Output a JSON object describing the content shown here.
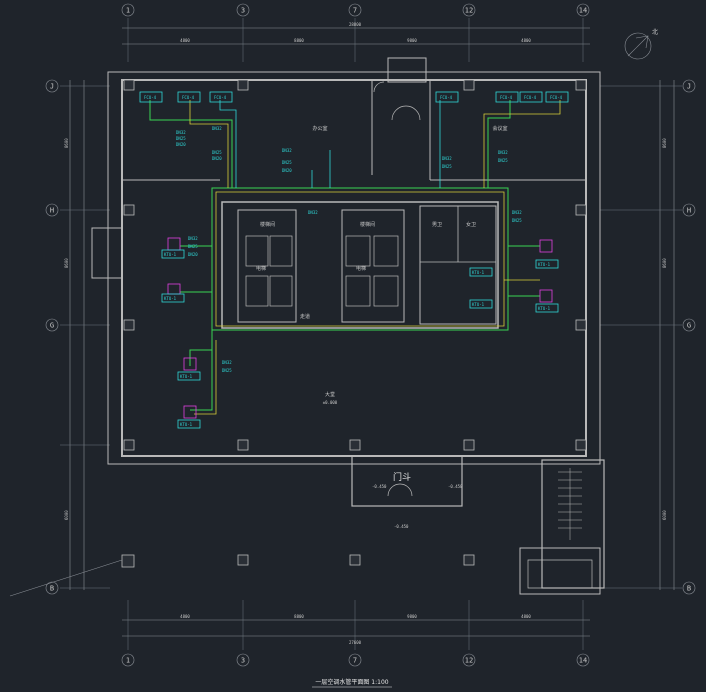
{
  "drawing": {
    "title": "一层空调水管平面图 1:100",
    "axes_top": [
      "1",
      "3",
      "7",
      "12",
      "14"
    ],
    "axes_bottom": [
      "1",
      "3",
      "7",
      "12",
      "14"
    ],
    "axes_left": [
      "J",
      "H",
      "G",
      "B"
    ],
    "axes_right": [
      "J",
      "H",
      "G",
      "B"
    ],
    "dims_top": [
      "4800",
      "8800",
      "9800",
      "4800"
    ],
    "dim_top_total": "28800",
    "dims_bottom": [
      "4800",
      "8800",
      "9800",
      "4800"
    ],
    "dim_bottom_total": "27600",
    "dims_left": [
      "8600",
      "8600",
      "6000"
    ],
    "dims_right": [
      "8600",
      "8600",
      "6000"
    ],
    "north_label": "北",
    "rooms": {
      "office": "办公室",
      "meeting": "会议室",
      "hall": "大堂",
      "stair": "楼梯间",
      "elevator": "电梯",
      "toilet_m": "男卫",
      "toilet_f": "女卫",
      "door_label": "门斗",
      "corridor": "走道"
    },
    "fcu_top": [
      "FCU-4",
      "FCU-4",
      "FCU-4",
      "FCU-4",
      "FCU-4",
      "FCU-4",
      "FCU-4"
    ],
    "fcu_side": [
      "KTU-1",
      "KTU-1",
      "KTU-1",
      "KTU-1"
    ],
    "fcu_right": [
      "KTU-1",
      "KTU-1",
      "KTU-1",
      "KTU-1"
    ],
    "level_labels": [
      "±0.000",
      "-0.450",
      "-0.450",
      "-0.450"
    ],
    "note_pipe": "DN32",
    "note_pipe2": "DN25",
    "note_pipe3": "DN20"
  }
}
